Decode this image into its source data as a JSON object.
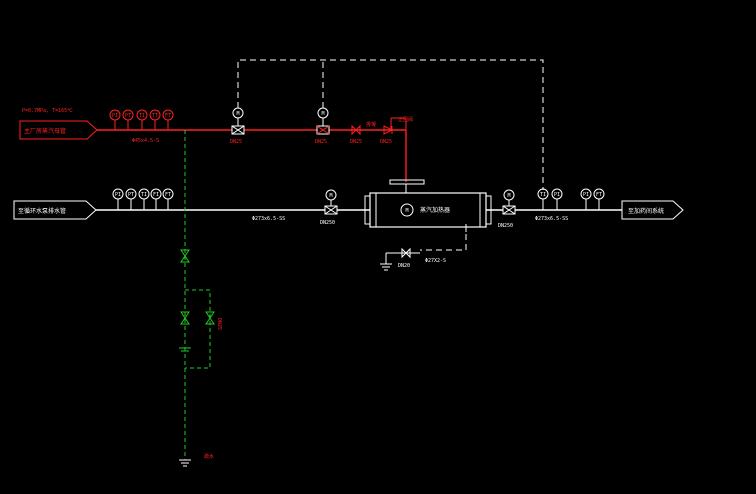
{
  "colors": {
    "background": "#000000",
    "steam": "#ff2020",
    "water": "#ffffff",
    "drain": "#22cc22",
    "instrument": "#ffffff"
  },
  "steam_line": {
    "header_text": "P=0.7MPa, T=165℃",
    "source_label": "主厂房蒸汽母管",
    "pipe_spec": "Φ45x4.5-S",
    "valves": [
      {
        "size": "DN25"
      },
      {
        "size": "DN25"
      },
      {
        "size": "DN25"
      },
      {
        "size": "DN25"
      }
    ],
    "small_labels": [
      "排凝",
      "止回阀"
    ],
    "instruments": [
      "PI",
      "PT",
      "TI",
      "TT",
      "FT"
    ]
  },
  "water_line": {
    "source_label": "至循环水泵排水管",
    "dest_label": "至加药间系统",
    "pipe_spec_left": "Φ273x6.5-SS",
    "pipe_spec_right": "Φ273x6.5-SS",
    "valve_left_size": "DN250",
    "valve_right_size": "DN250",
    "inlet_instruments": [
      "PI",
      "PT",
      "TI",
      "FI",
      "FT"
    ],
    "outlet_instruments": [
      "TI",
      "PI",
      "PI",
      "FT"
    ],
    "motor_valve_tags": [
      "M",
      "M",
      "M",
      "M"
    ]
  },
  "heater": {
    "tag": "M",
    "label": "蒸汽加热器"
  },
  "drain": {
    "valve_size": "DN20",
    "pipe_spec": "Φ27X2-S",
    "bypass_size": "DN25",
    "bottom_label": "疏水"
  }
}
